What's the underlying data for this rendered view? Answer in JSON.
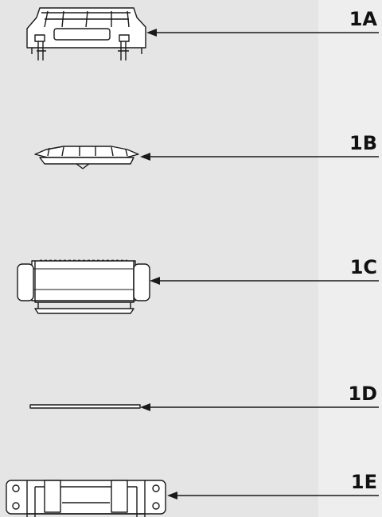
{
  "colors": {
    "left_panel": "#e5e5e5",
    "right_panel": "#eeeeee",
    "line": "#1a1a1a",
    "part_fill": "#ffffff"
  },
  "callouts": [
    {
      "id": "1A",
      "label": "1A"
    },
    {
      "id": "1B",
      "label": "1B"
    },
    {
      "id": "1C",
      "label": "1C"
    },
    {
      "id": "1D",
      "label": "1D"
    },
    {
      "id": "1E",
      "label": "1E"
    }
  ]
}
